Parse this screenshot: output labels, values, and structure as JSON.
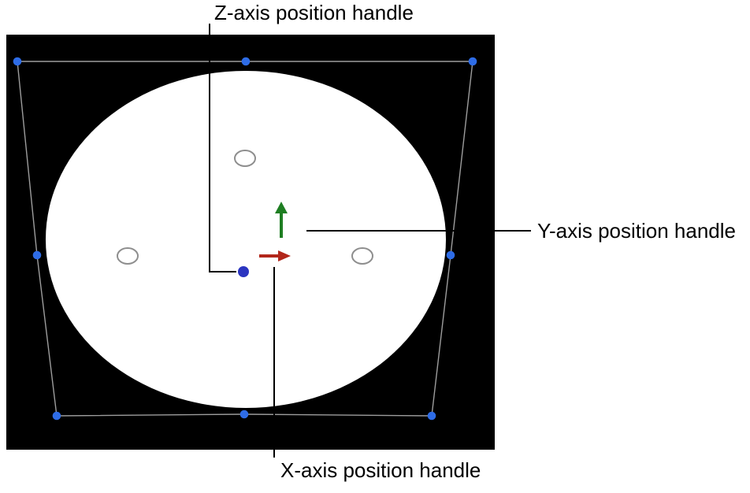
{
  "figure": {
    "annotations": {
      "z_axis_label": "Z-axis position handle",
      "y_axis_label": "Y-axis position handle",
      "x_axis_label": "X-axis position handle"
    }
  },
  "colors": {
    "canvas_background": "#000000",
    "object_fill": "#ffffff",
    "object_hole_stroke": "#8e8e8e",
    "selection_line": "#9d9d9d",
    "selection_handle": "#2e6ce6",
    "x_axis_arrow": "#b2261a",
    "y_axis_arrow": "#1e7e22",
    "z_axis_handle": "#2b35c0",
    "callout_line": "#000000",
    "label_text": "#000000"
  }
}
